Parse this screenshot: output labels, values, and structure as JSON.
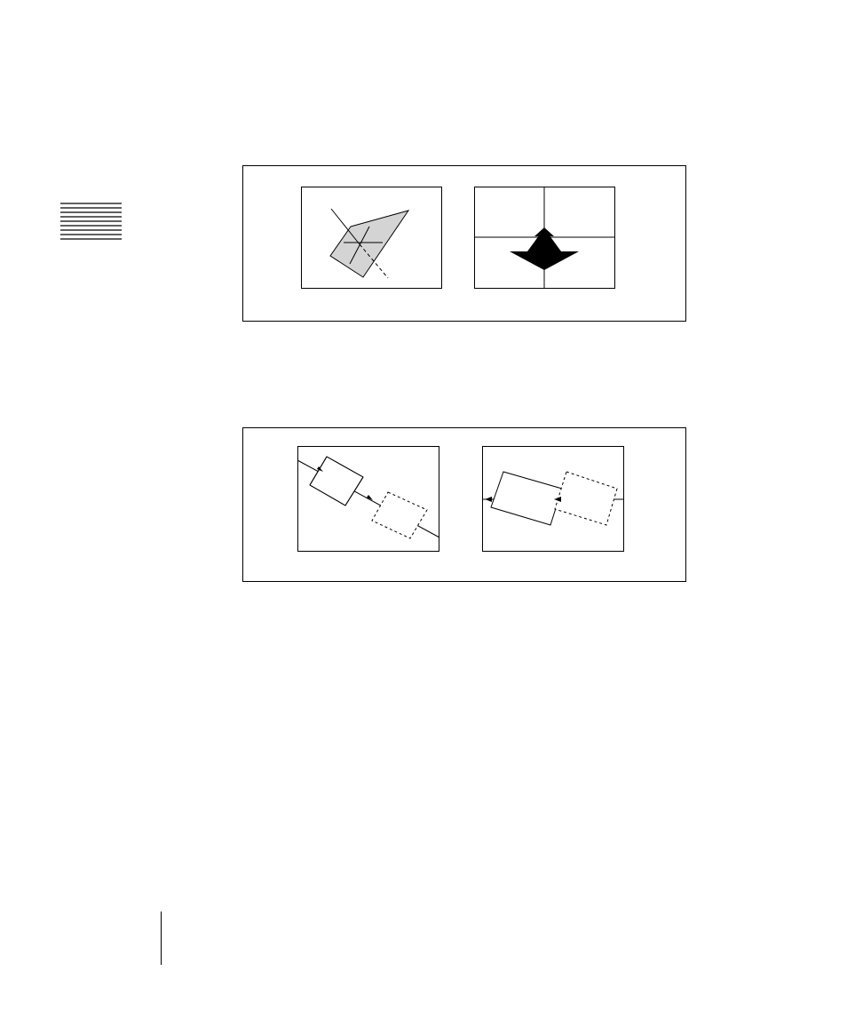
{
  "page": {
    "chapter_tab": {
      "icon": "chapter-lines-icon",
      "line_count": 9
    },
    "figures": [
      {
        "id": "figure-1",
        "panels": [
          {
            "icon": "shaded-polygon-with-axis-icon"
          },
          {
            "icon": "quadrant-grid-with-arrow-shape-icon"
          }
        ]
      },
      {
        "id": "figure-2",
        "panels": [
          {
            "icon": "rectangle-moving-along-diagonal-icon"
          },
          {
            "icon": "rectangle-moving-along-horizontal-icon"
          }
        ]
      }
    ]
  }
}
